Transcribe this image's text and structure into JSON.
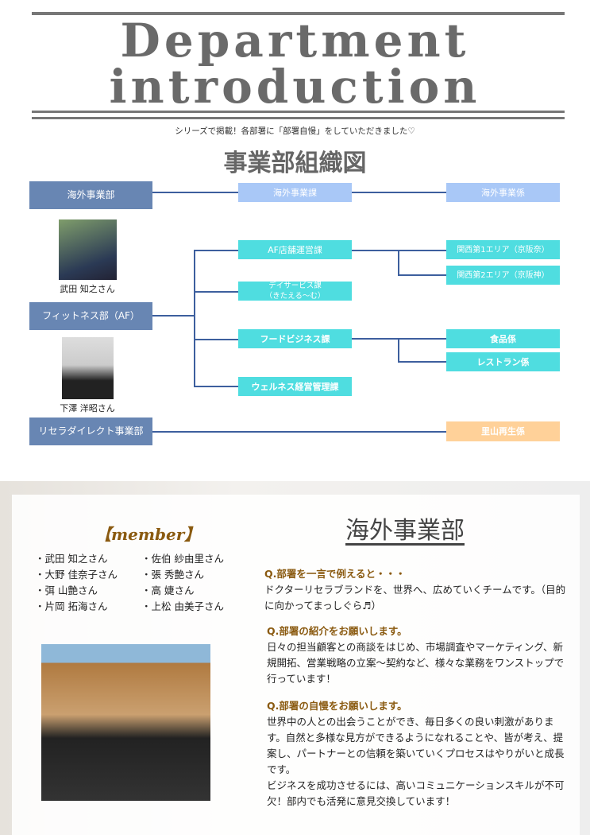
{
  "header": {
    "title_line1": "Department",
    "title_line2": "introduction",
    "subtitle": "シリーズで掲載！各部署に「部署自慢」をしていただきました♡"
  },
  "org_chart": {
    "title": "事業部組織図",
    "departments": [
      "海外事業部",
      "フィットネス部（AF）",
      "リセラダイレクト事業部"
    ],
    "sections": [
      "海外事業課",
      "AF店舗運営課",
      "デイサービス課\n（きたえる〜む）",
      "フードビジネス課",
      "ウェルネス経営管理課"
    ],
    "units": [
      "海外事業係",
      "関西第1エリア（京阪奈）",
      "関西第2エリア（京阪神）",
      "食品係",
      "レストラン係",
      "里山再生係"
    ],
    "people": [
      "武田 知之さん",
      "下澤 洋昭さん"
    ],
    "colors": {
      "dept": "#6886b3",
      "blue": "#a9c8f7",
      "cyan": "#4fdde0",
      "orange": "#ffd199",
      "line": "#3d5f9e"
    }
  },
  "feature": {
    "member_title": "【member】",
    "members": [
      "・武田 知之さん",
      "・大野 佳奈子さん",
      "・弭 山艶さん",
      "・片岡 拓海さん",
      "・佐伯 紗由里さん",
      "・張 秀艶さん",
      "・高 婕さん",
      "・上松 由美子さん"
    ],
    "heading": "海外事業部",
    "qa": [
      {
        "q": "Q.部署を一言で例えると・・・",
        "a": "ドクターリセラブランドを、世界へ、広めていくチームです。（目的に向かってまっしぐら♬）"
      },
      {
        "q": "Q.部署の紹介をお願いします。",
        "a": "日々の担当顧客との商談をはじめ、市場調査やマーケティング、新規開拓、営業戦略の立案〜契約など、様々な業務をワンストップで行っています！"
      },
      {
        "q": "Q.部署の自慢をお願いします。",
        "a": "世界中の人との出会うことができ、毎日多くの良い刺激があります。自然と多様な見方ができるようになれることや、皆が考え、提案し、パートナーとの信頼を築いていくプロセスはやりがいと成長です。\nビジネスを成功させるには、高いコミュニケーションスキルが不可欠！部内でも活発に意見交換しています！"
      }
    ]
  }
}
